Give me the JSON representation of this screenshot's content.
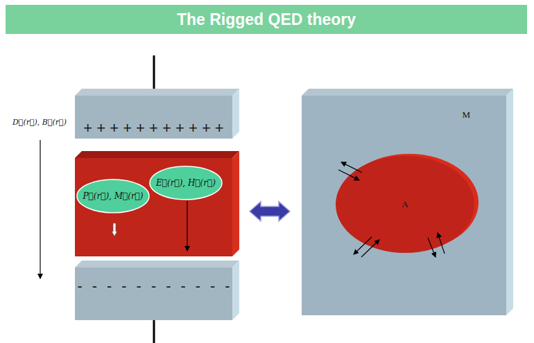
{
  "diagram": {
    "title": "The Rigged QED theory",
    "nodes": [
      {
        "text": [
          "+ + + + + + + + + + +"
        ]
      },
      {
        "text": [
          "P⃗(r⃗), M⃗(r⃗)"
        ]
      },
      {
        "text": [
          "E⃗(r⃗), H⃗(r⃗)"
        ]
      },
      {
        "text": [
          "- - - - - - - - - - -"
        ]
      },
      {
        "text": [
          "M"
        ]
      },
      {
        "text": [
          "A"
        ],
        "in": 4
      }
    ],
    "labels": [
      "D⃗(r⃗), B⃗(r⃗)"
    ]
  }
}
